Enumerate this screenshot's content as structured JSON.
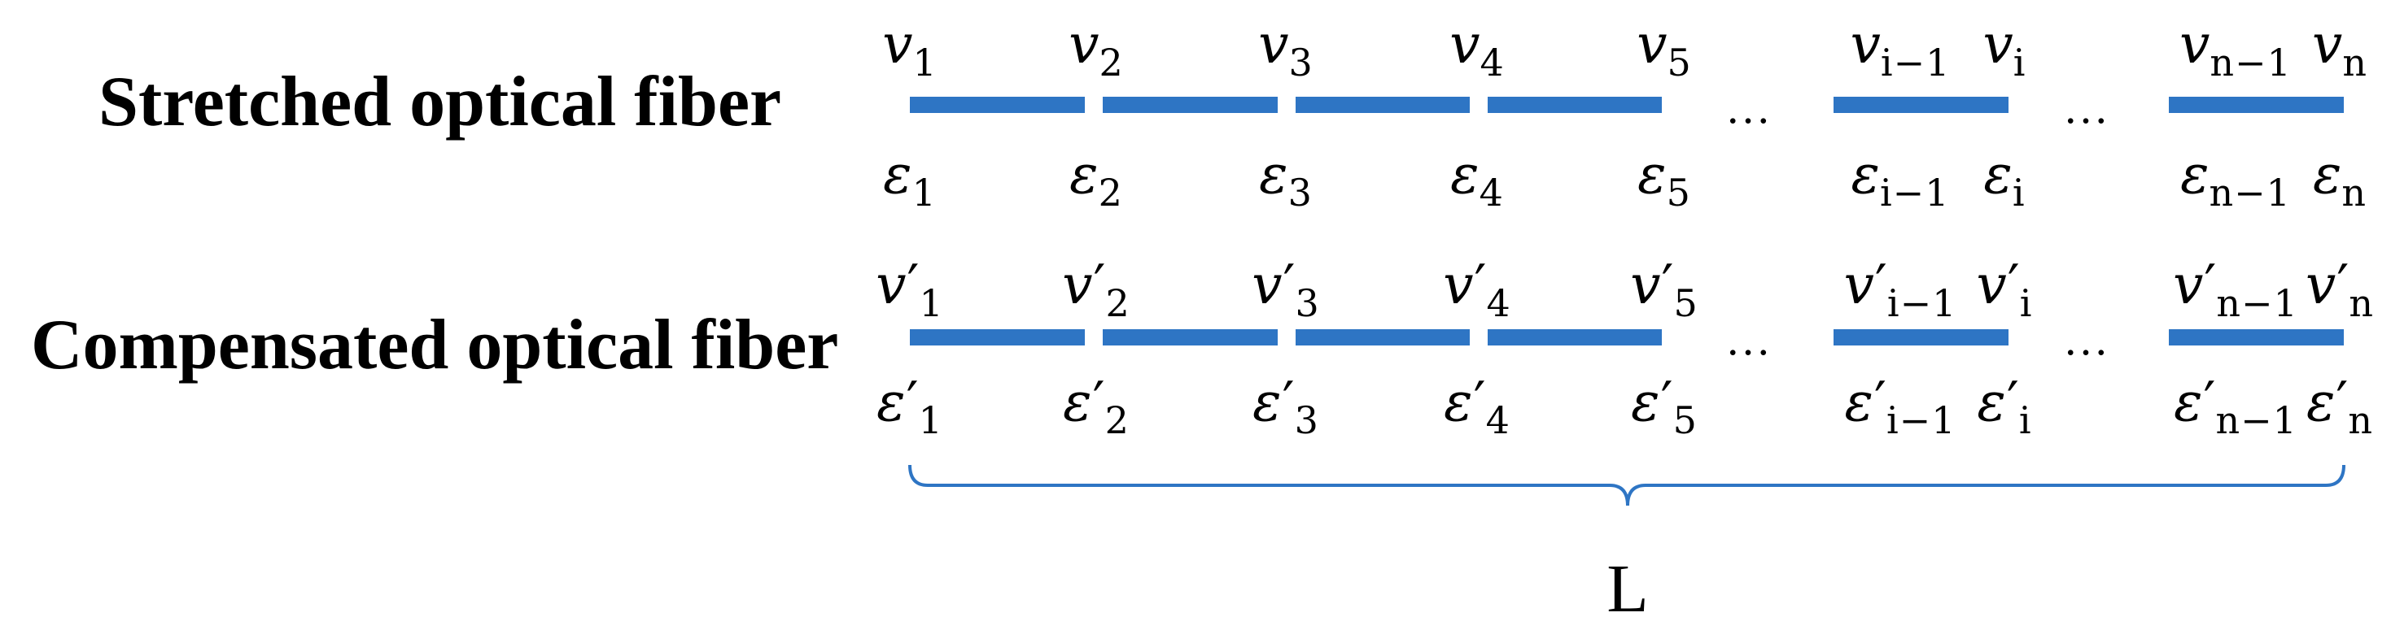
{
  "rows": [
    {
      "id": "stretched",
      "title": "Stretched optical fiber",
      "top_symbol": "v",
      "bottom_symbol": "ε",
      "prime": "",
      "subscripts": [
        "1",
        "2",
        "3",
        "4",
        "5",
        "i−1",
        "i",
        "n−1",
        "n"
      ],
      "ellipsis": "…"
    },
    {
      "id": "compensated",
      "title": "Compensated optical fiber",
      "top_symbol": "v",
      "bottom_symbol": "ε",
      "prime": "′",
      "subscripts": [
        "1",
        "2",
        "3",
        "4",
        "5",
        "i−1",
        "i",
        "n−1",
        "n"
      ],
      "ellipsis": "…"
    }
  ],
  "length_label": "L",
  "colors": {
    "fiber": "#2e75c4",
    "brace": "#2e75c4",
    "text": "#000000"
  }
}
